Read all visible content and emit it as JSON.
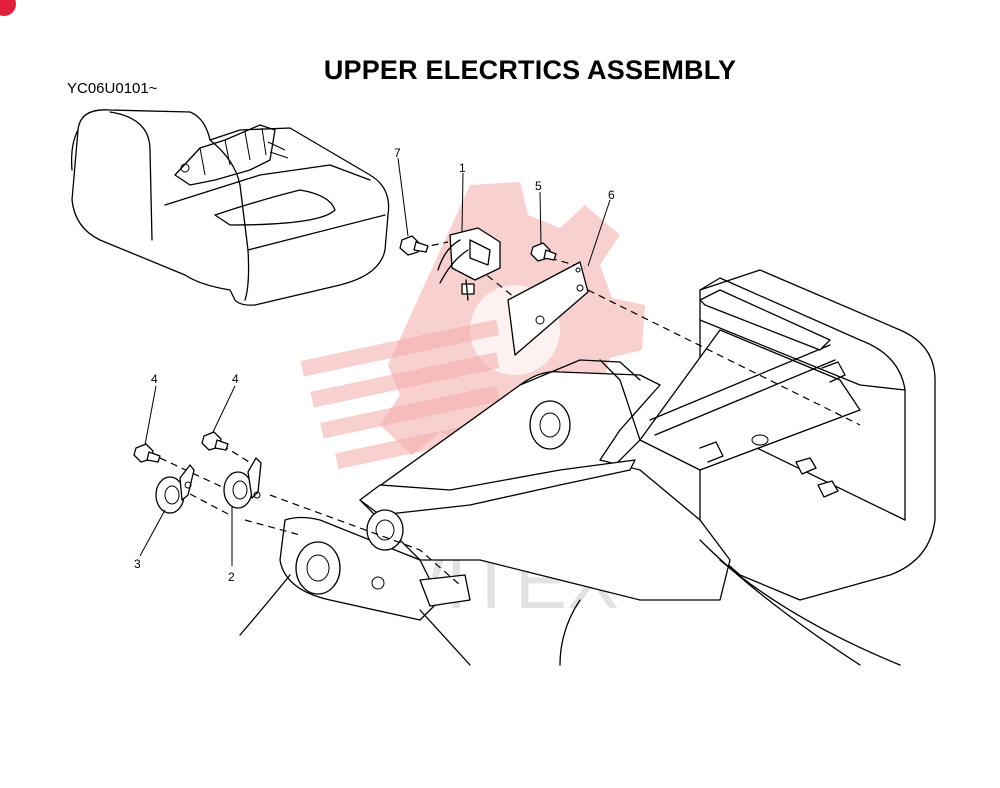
{
  "title": "UPPER ELECRTICS ASSEMBLY",
  "serial": "YC06U0101~",
  "watermark": "WITEX",
  "accent_color": "#e0203a",
  "watermark_color": "#f4a9a9",
  "callouts": [
    {
      "id": "c7",
      "label": "7"
    },
    {
      "id": "c1",
      "label": "1"
    },
    {
      "id": "c5",
      "label": "5"
    },
    {
      "id": "c6",
      "label": "6"
    },
    {
      "id": "c4a",
      "label": "4"
    },
    {
      "id": "c4b",
      "label": "4"
    },
    {
      "id": "c3",
      "label": "3"
    },
    {
      "id": "c2",
      "label": "2"
    }
  ]
}
